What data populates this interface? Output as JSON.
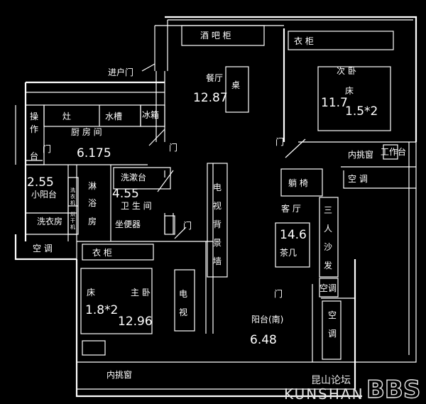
{
  "labels": {
    "wine_cabinet": "酒 吧 柜",
    "wardrobe_top": "衣  柜",
    "entrance_door": "进户门",
    "dining": "餐厅",
    "dining_area": "12.87",
    "table": "桌",
    "second_bedroom": "次 卧",
    "second_area": "11.7",
    "bed": "床",
    "bed_small_size": "1.5*2",
    "stove": "灶",
    "sink": "水槽",
    "fridge": "冰箱",
    "operation_table": "操作台",
    "kitchen": "厨 房 间",
    "kitchen_area": "6.175",
    "door": "门",
    "inner_bay_window": "内挑窗",
    "desk": "工作台",
    "aircon": "空 调",
    "small_balcony_area": "2.55",
    "small_balcony": "小阳台",
    "laundry": "洗衣房",
    "washer": "洗衣机",
    "dryer": "烘干机",
    "shower": "淋浴房",
    "wash_basin": "洗漱台",
    "bath_area": "4.55",
    "bathroom": "卫 生 间",
    "toilet": "坐便器",
    "tv_wall": "电视背景墙",
    "recliner": "躺 椅",
    "living": "客  厅",
    "three_sofa": "三人沙发",
    "living_area": "14.6",
    "tea_table": "茶几",
    "aircon_small": "空调",
    "wardrobe_master": "衣 柜",
    "master_bed": "床",
    "master_label": "主 卧",
    "master_bed_size": "1.8*2",
    "master_area": "12.96",
    "tv": "电视",
    "south_balcony": "阳台(南)",
    "balcony_area": "6.48",
    "aircon_vertical": "空调",
    "inner_bay_window_bottom": "内挑窗"
  },
  "watermark": {
    "cn": "昆山论坛",
    "en": "KUNSHAN",
    "logo": "BBS"
  },
  "colors": {
    "background": "#000000",
    "line": "#ffffff"
  }
}
